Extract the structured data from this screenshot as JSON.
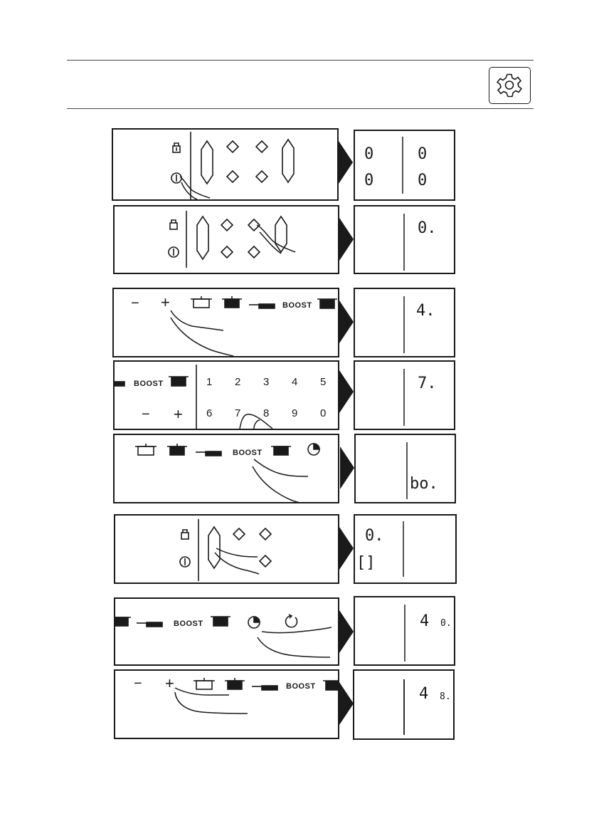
{
  "header": {
    "settings_icon": "gear-icon"
  },
  "steps": [
    {
      "panel": {
        "keys": [
          "lock-icon",
          "power-icon",
          "zone-select-diamonds"
        ]
      },
      "display": {
        "left": [
          "0",
          "0"
        ],
        "right": [
          "0",
          "0"
        ]
      }
    },
    {
      "panel": {
        "keys": [
          "lock-icon",
          "power-icon",
          "zone-select-diamonds"
        ]
      },
      "display": {
        "right": [
          "0."
        ]
      }
    },
    {
      "panel": {
        "minus": "−",
        "plus": "+",
        "boost": "BOOST"
      },
      "display": {
        "right": [
          "4."
        ]
      }
    },
    {
      "panel": {
        "boost": "BOOST",
        "minus": "−",
        "plus": "+",
        "digits_top": [
          "1",
          "2",
          "3",
          "4",
          "5"
        ],
        "digits_bottom": [
          "6",
          "7",
          "8",
          "9",
          "0"
        ]
      },
      "display": {
        "right": [
          "7."
        ]
      }
    },
    {
      "panel": {
        "boost": "BOOST"
      },
      "display": {
        "right": [
          "bo."
        ]
      }
    },
    {
      "panel": {
        "keys": [
          "lock-icon",
          "power-icon",
          "zone-select-diamonds"
        ]
      },
      "display": {
        "left": [
          "0.",
          "[]"
        ]
      }
    },
    {
      "panel": {
        "boost": "BOOST"
      },
      "display": {
        "right": [
          "4",
          "0."
        ]
      }
    },
    {
      "panel": {
        "minus": "−",
        "plus": "+",
        "boost": "BOOST"
      },
      "display": {
        "right": [
          "4",
          "8."
        ]
      }
    }
  ]
}
